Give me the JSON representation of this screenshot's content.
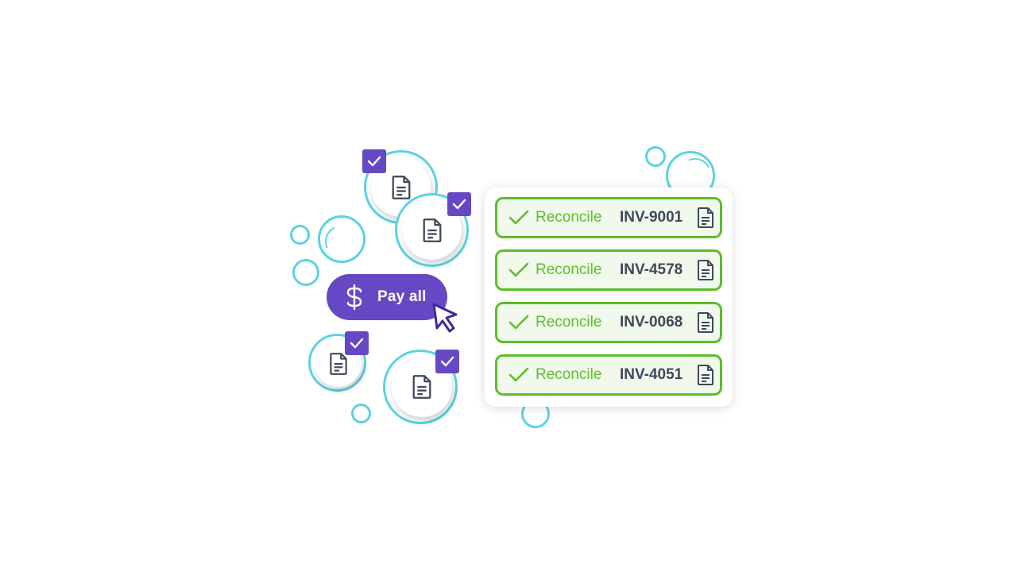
{
  "pay_button": {
    "icon": "dollar-icon",
    "label": "Pay all"
  },
  "reconcile_list": [
    {
      "status": "Reconcile",
      "invoice": "INV-9001"
    },
    {
      "status": "Reconcile",
      "invoice": "INV-4578"
    },
    {
      "status": "Reconcile",
      "invoice": "INV-0068"
    },
    {
      "status": "Reconcile",
      "invoice": "INV-4051"
    }
  ],
  "colors": {
    "accent_purple": "#6648c4",
    "success_green": "#5cbf2a",
    "bubble_cyan": "#5ad3e0",
    "invoice_text": "#3e4a5a"
  }
}
